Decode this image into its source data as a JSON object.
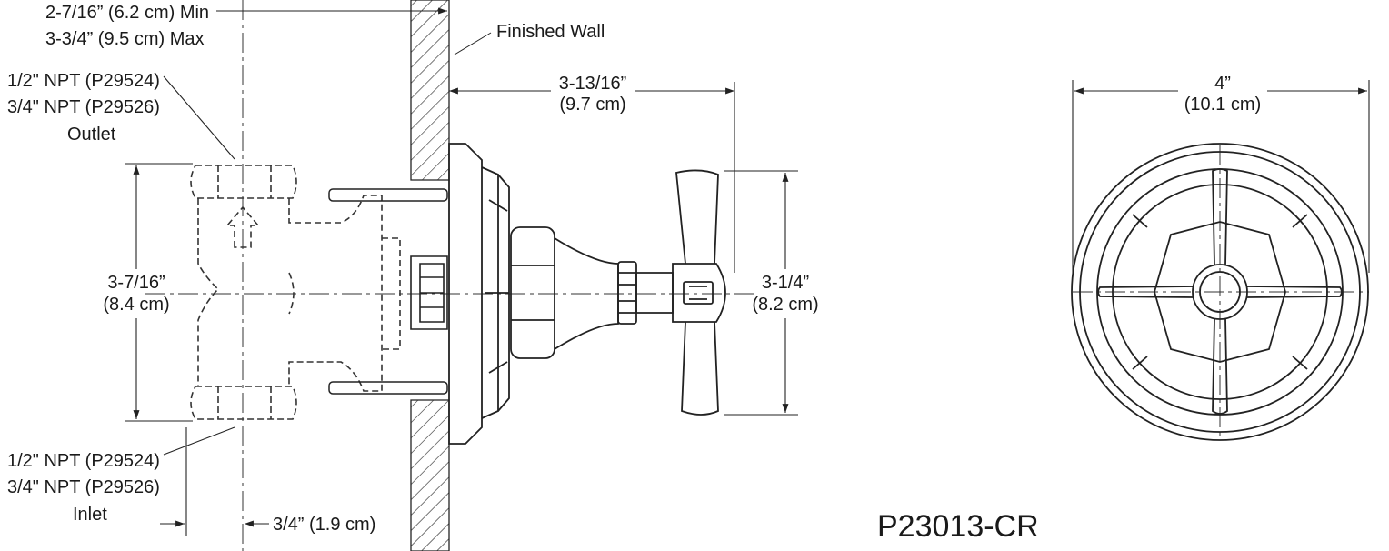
{
  "dimensions": {
    "wall_depth_min": "2-7/16” (6.2 cm) Min",
    "wall_depth_max": "3-3/4” (9.5 cm) Max",
    "outlet_npt_1": "1/2\" NPT (P29524)",
    "outlet_npt_2": "3/4\" NPT (P29526)",
    "outlet_label": "Outlet",
    "inlet_npt_1": "1/2\" NPT (P29524)",
    "inlet_npt_2": "3/4\" NPT (P29526)",
    "inlet_label": "Inlet",
    "finished_wall": "Finished Wall",
    "projection_in": "3-13/16”",
    "projection_cm": "(9.7 cm)",
    "body_height_in": "3-7/16”",
    "body_height_cm": "(8.4 cm)",
    "handle_height_in": "3-1/4”",
    "handle_height_cm": "(8.2 cm)",
    "offset": "3/4” (1.9 cm)",
    "escutcheon_in": "4”",
    "escutcheon_cm": "(10.1 cm)"
  },
  "model_number": "P23013-CR"
}
